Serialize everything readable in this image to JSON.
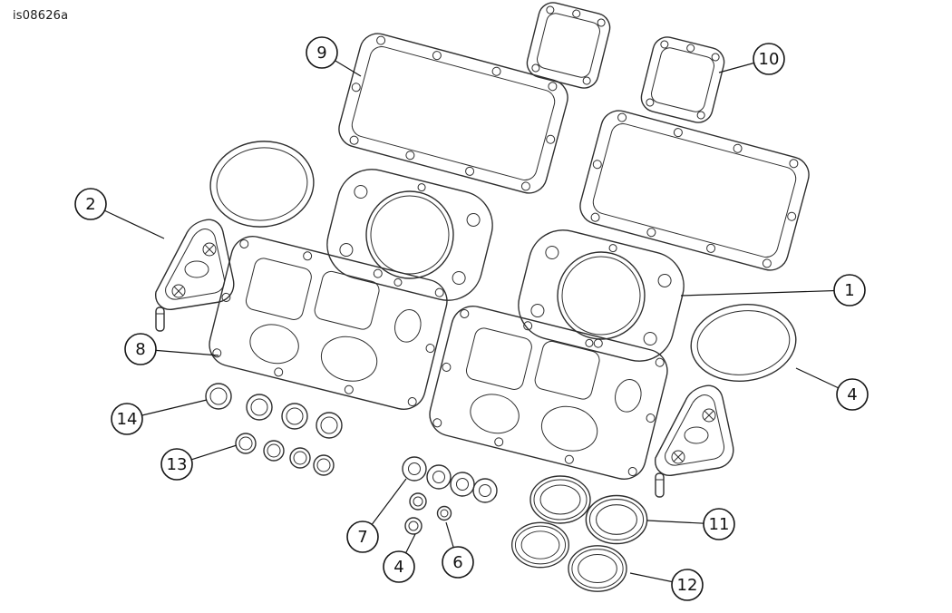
{
  "figure": {
    "id": "is08626a"
  },
  "callouts": [
    {
      "label": "9"
    },
    {
      "label": "10"
    },
    {
      "label": "2"
    },
    {
      "label": "1"
    },
    {
      "label": "8"
    },
    {
      "label": "4"
    },
    {
      "label": "14"
    },
    {
      "label": "13"
    },
    {
      "label": "7"
    },
    {
      "label": "4"
    },
    {
      "label": "6"
    },
    {
      "label": "11"
    },
    {
      "label": "12"
    }
  ]
}
